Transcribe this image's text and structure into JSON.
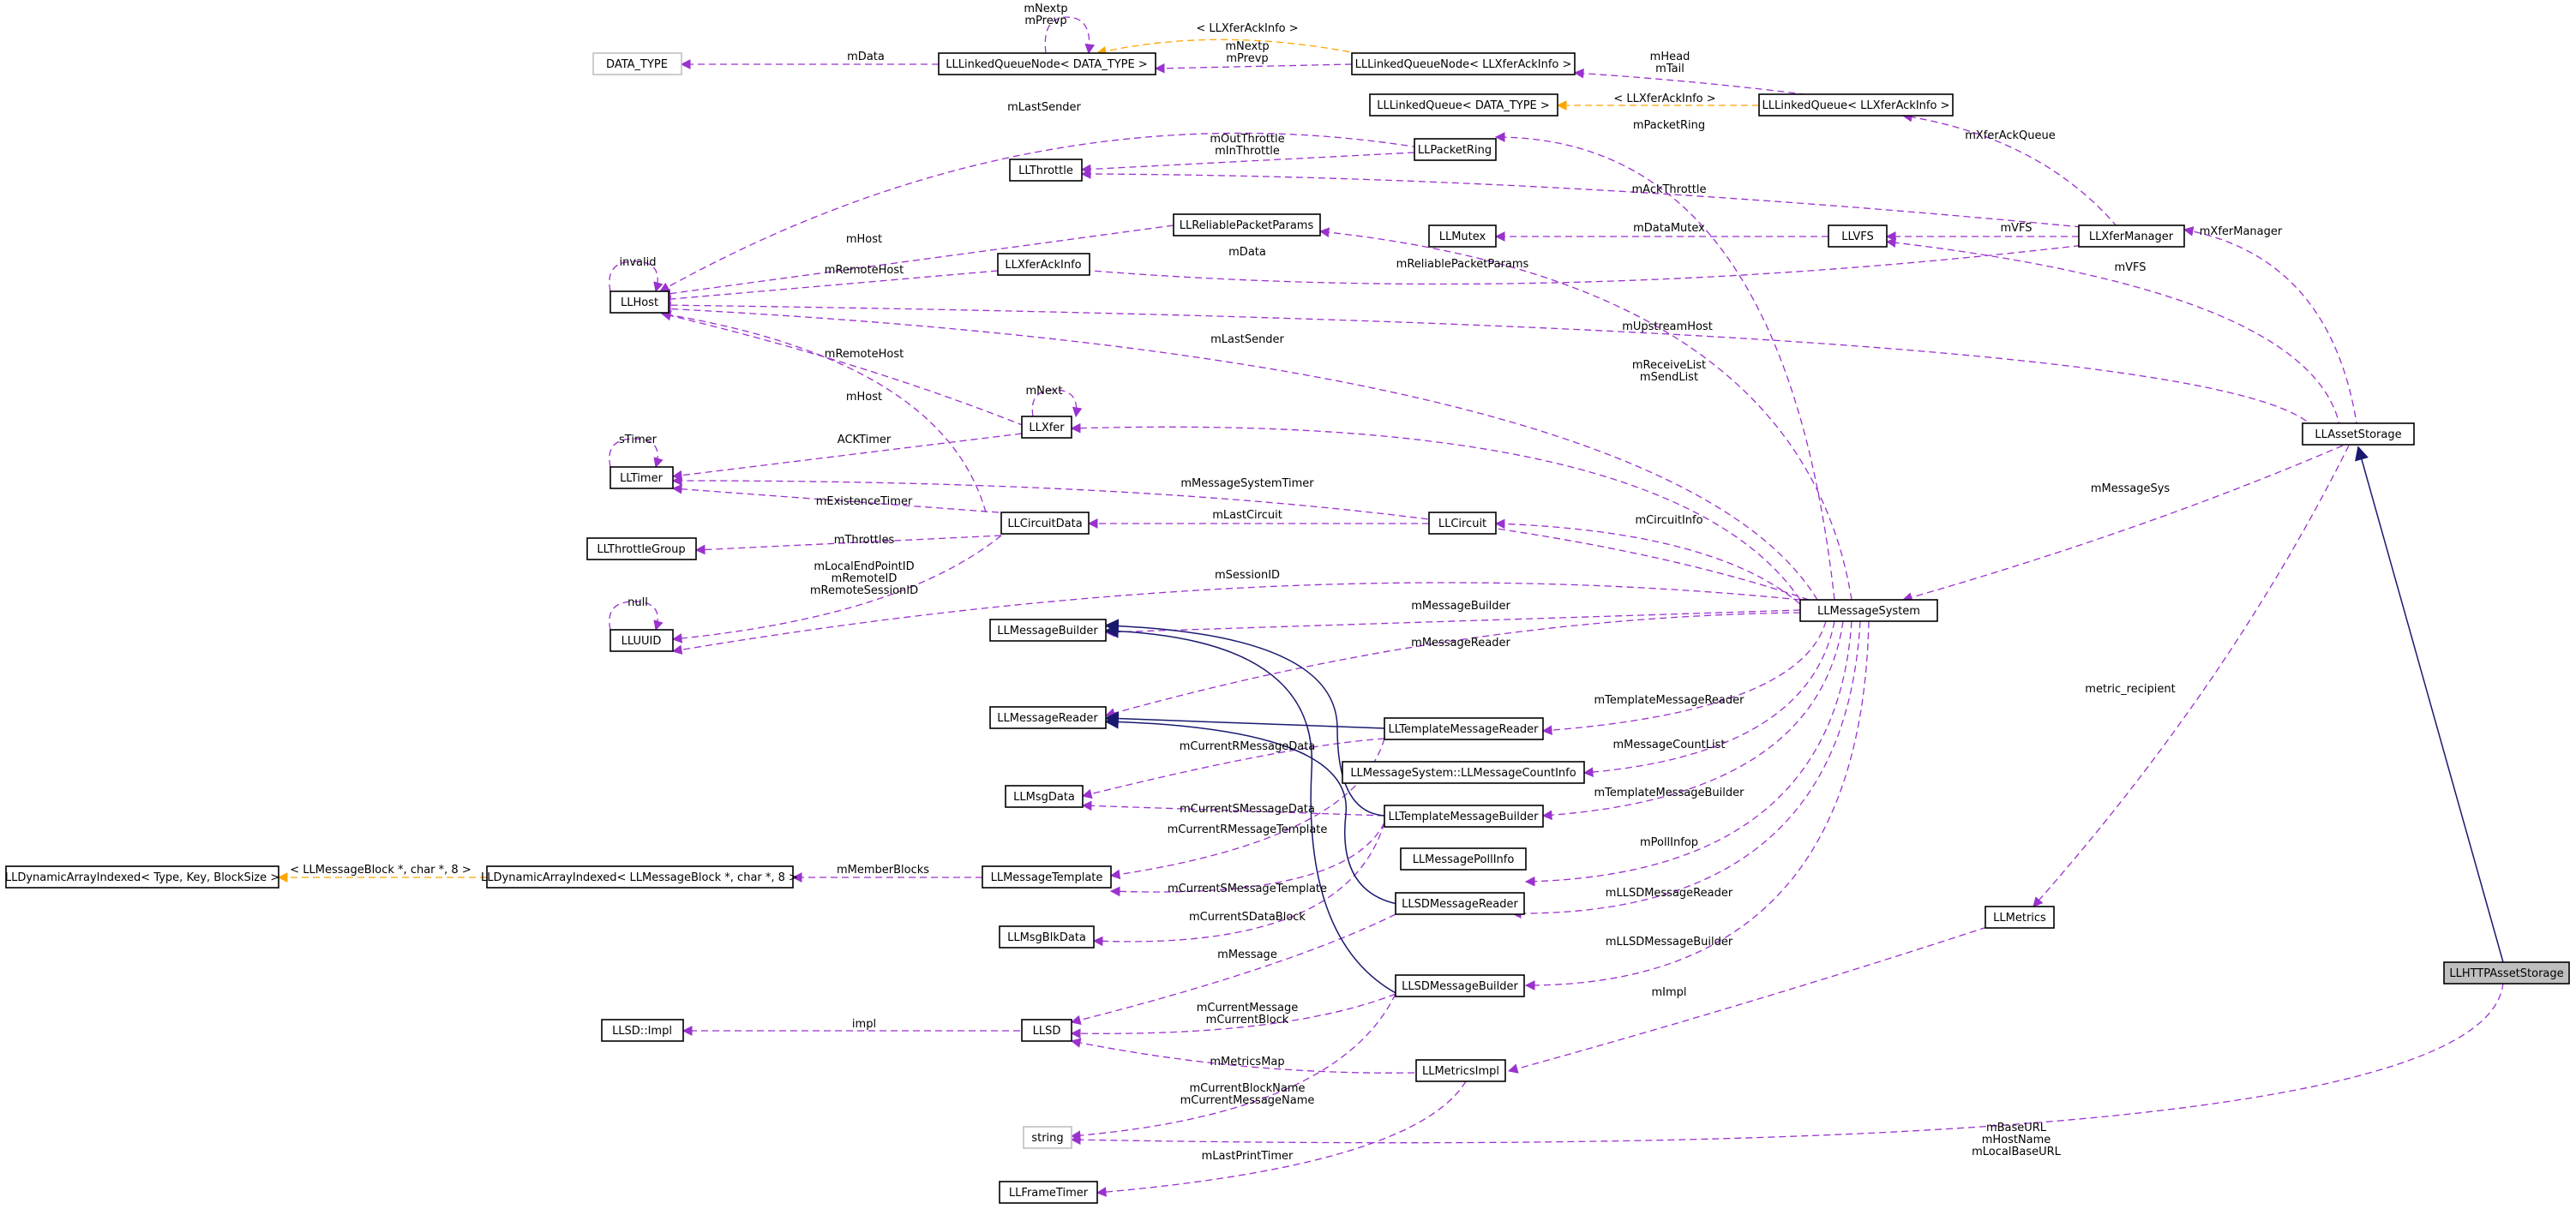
{
  "nodes": {
    "DATA_TYPE": "DATA_TYPE",
    "LLLinkedQueueNodeDT": "LLLinkedQueueNode< DATA_TYPE >",
    "LLLinkedQueueNodeXfer": "LLLinkedQueueNode< LLXferAckInfo >",
    "LLLinkedQueueDT": "LLLinkedQueue< DATA_TYPE >",
    "LLLinkedQueueXfer": "LLLinkedQueue< LLXferAckInfo >",
    "LLPacketRing": "LLPacketRing",
    "LLThrottle": "LLThrottle",
    "LLReliablePacketParams": "LLReliablePacketParams",
    "LLMutex": "LLMutex",
    "LLVFS": "LLVFS",
    "LLXferManager": "LLXferManager",
    "LLXferAckInfo": "LLXferAckInfo",
    "LLHost": "LLHost",
    "LLXfer": "LLXfer",
    "LLAssetStorage": "LLAssetStorage",
    "LLTimer": "LLTimer",
    "LLCircuitData": "LLCircuitData",
    "LLCircuit": "LLCircuit",
    "LLThrottleGroup": "LLThrottleGroup",
    "LLUUID": "LLUUID",
    "LLMessageSystem": "LLMessageSystem",
    "LLMessageBuilder": "LLMessageBuilder",
    "LLMessageReader": "LLMessageReader",
    "LLTemplateMessageReader": "LLTemplateMessageReader",
    "LLMessageCountInfo": "LLMessageSystem::LLMessageCountInfo",
    "LLMsgData": "LLMsgData",
    "LLTemplateMessageBuilder": "LLTemplateMessageBuilder",
    "LLDynamicArrayIndexedGeneric": "LLDynamicArrayIndexed< Type, Key, BlockSize >",
    "LLDynamicArrayIndexedMB": "LLDynamicArrayIndexed< LLMessageBlock *, char *, 8 >",
    "LLMessageTemplate": "LLMessageTemplate",
    "LLMessagePollInfo": "LLMessagePollInfo",
    "LLSDMessageReader": "LLSDMessageReader",
    "LLMsgBlkData": "LLMsgBlkData",
    "LLMetrics": "LLMetrics",
    "LLHTTPAssetStorage": "LLHTTPAssetStorage",
    "LLSDMessageBuilder": "LLSDMessageBuilder",
    "LLSDImpl": "LLSD::Impl",
    "LLSD": "LLSD",
    "LLMetricsImpl": "LLMetricsImpl",
    "string": "string",
    "LLFrameTimer": "LLFrameTimer"
  },
  "labels": {
    "mNextp_mPrevp_self": "mNextp\nmPrevp",
    "tpl_xferackinfo_node": "< LLXferAckInfo >",
    "mData_top": "mData",
    "mNextp_mPrevp": "mNextp\nmPrevp",
    "mHead_mTail": "mHead\nmTail",
    "tpl_xferackinfo_queue": "< LLXferAckInfo >",
    "mLastSender_top": "mLastSender",
    "mPacketRing": "mPacketRing",
    "mXferAckQueue": "mXferAckQueue",
    "mOutThrottle_mInThrottle": "mOutThrottle\nmInThrottle",
    "mAckThrottle": "mAckThrottle",
    "invalid": "invalid",
    "mHost_top": "mHost",
    "mDataMutex": "mDataMutex",
    "mVFS_a": "mVFS",
    "mXferManager": "mXferManager",
    "mRemoteHost_a": "mRemoteHost",
    "mData_ack": "mData",
    "mReliablePacketParams": "mReliablePacketParams",
    "mVFS_b": "mVFS",
    "mUpstreamHost": "mUpstreamHost",
    "mLastSender_mid": "mLastSender",
    "mRemoteHost_b": "mRemoteHost",
    "mReceiveList_mSendList": "mReceiveList\nmSendList",
    "mHost_mid": "mHost",
    "mNext": "mNext",
    "sTimer": "sTimer",
    "ACKTimer": "ACKTimer",
    "mMessageSystemTimer": "mMessageSystemTimer",
    "mMessageSys": "mMessageSys",
    "mExistenceTimer": "mExistenceTimer",
    "mLastCircuit": "mLastCircuit",
    "mCircuitInfo": "mCircuitInfo",
    "mThrottles": "mThrottles",
    "mLocalEndPointID": "mLocalEndPointID\nmRemoteID\nmRemoteSessionID",
    "null": "null",
    "mSessionID": "mSessionID",
    "mMessageBuilder": "mMessageBuilder",
    "mMessageReader": "mMessageReader",
    "metric_recipient": "metric_recipient",
    "mTemplateMessageReader": "mTemplateMessageReader",
    "mCurrentRMessageData": "mCurrentRMessageData",
    "mMessageCountList": "mMessageCountList",
    "mTemplateMessageBuilder": "mTemplateMessageBuilder",
    "mCurrentSMessageData": "mCurrentSMessageData",
    "mCurrentRMessageTemplate": "mCurrentRMessageTemplate",
    "tpl_llmessageblock": "< LLMessageBlock *, char *, 8 >",
    "mMemberBlocks": "mMemberBlocks",
    "mPollInfop": "mPollInfop",
    "mCurrentSMessageTemplate": "mCurrentSMessageTemplate",
    "mLLSDMessageReader": "mLLSDMessageReader",
    "mCurrentSDataBlock": "mCurrentSDataBlock",
    "mLLSDMessageBuilder": "mLLSDMessageBuilder",
    "mMessage": "mMessage",
    "impl": "impl",
    "mCurrentMessage_mCurrentBlock": "mCurrentMessage\nmCurrentBlock",
    "mImpl": "mImpl",
    "mMetricsMap": "mMetricsMap",
    "mCurrentBlockName": "mCurrentBlockName\nmCurrentMessageName",
    "mBaseURL": "mBaseURL\nmHostName\nmLocalBaseURL",
    "mLastPrintTimer": "mLastPrintTimer"
  },
  "colors": {
    "usage_edge": "#9a32cd",
    "template_edge": "#ffa500",
    "inheritance_edge": "#191970",
    "focus_fill": "#bfbfbf"
  }
}
